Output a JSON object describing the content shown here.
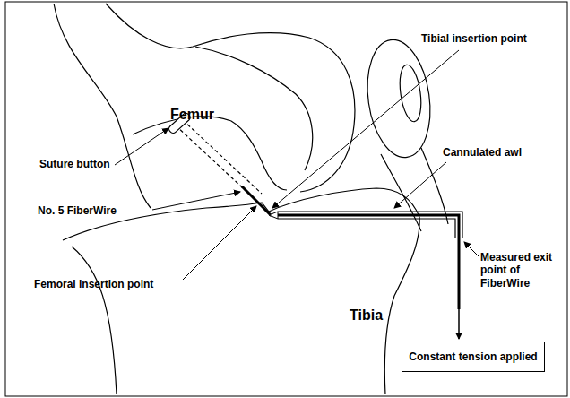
{
  "diagram": {
    "nodes": [
      {
        "text": [
          "Constant tension applied"
        ]
      }
    ],
    "labels": [
      "Tibial insertion point",
      "Femur",
      "Cannulated awl",
      "Suture button",
      "No. 5 FiberWire",
      "Measured exit point of FiberWire",
      "Femoral insertion point",
      "Tibia"
    ]
  }
}
